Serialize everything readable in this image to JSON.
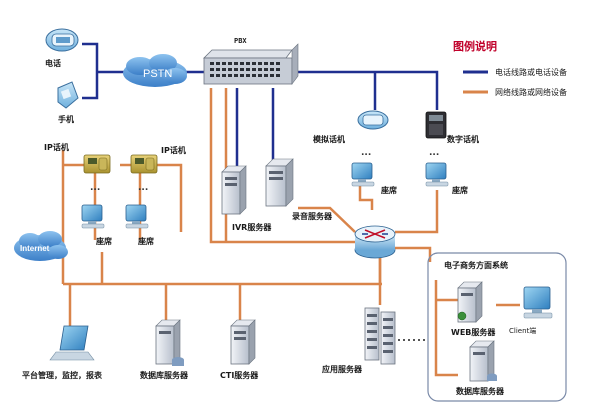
{
  "legend": {
    "title": "图例说明",
    "phone_line": "电话线路或电话设备",
    "network_line": "网络线路或网络设备",
    "phone_color": "#1f2f8f",
    "network_color": "#d9844a"
  },
  "pbx": {
    "label": "PBX"
  },
  "pstn": {
    "label": "PSTN"
  },
  "internet": {
    "label": "Internet"
  },
  "phones": {
    "telephone": "电话",
    "mobile": "手机",
    "ip_phone_left": "IP话机",
    "ip_phone_right": "IP话机",
    "analog_phone": "模拟话机",
    "digital_phone": "数字话机"
  },
  "ellipsis": "...",
  "seats": {
    "seat_1": "座席",
    "seat_2": "座席",
    "seat_3": "座席",
    "seat_4": "座席"
  },
  "servers": {
    "ivr": "IVR服务器",
    "recording": "录音服务器",
    "platform": "平台管理，监控，报表",
    "database": "数据库服务器",
    "cti": "CTI服务器",
    "application": "应用服务器"
  },
  "ecommerce": {
    "title": "电子商务方面系统",
    "web_server": "WEB服务器",
    "client": "Client端",
    "db_server": "数据库服务器"
  }
}
